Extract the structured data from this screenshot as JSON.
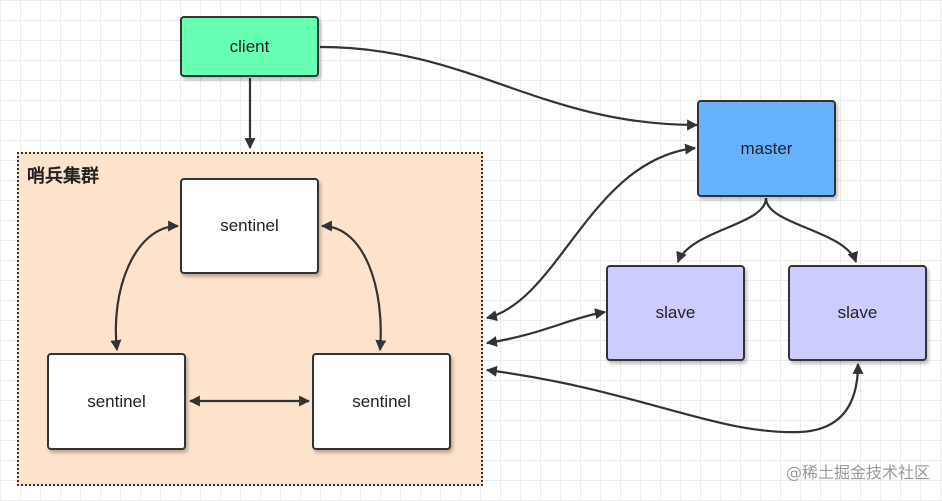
{
  "group": {
    "label": "哨兵集群"
  },
  "nodes": {
    "client": "client",
    "master": "master",
    "slave_1": "slave",
    "slave_2": "slave",
    "sentinel_top": "sentinel",
    "sentinel_left": "sentinel",
    "sentinel_right": "sentinel"
  },
  "colors": {
    "client": "#66ffb3",
    "master": "#66b2ff",
    "slave": "#ccccff",
    "sentinel": "#ffffff",
    "group_fill": "#fde3cc",
    "edge": "#333333"
  },
  "edges": [
    {
      "from": "client",
      "to": "master",
      "direction": "forward"
    },
    {
      "from": "client",
      "to": "sentinel-group",
      "direction": "forward"
    },
    {
      "from": "master",
      "to": "slave_1",
      "direction": "forward"
    },
    {
      "from": "master",
      "to": "slave_2",
      "direction": "forward"
    },
    {
      "from": "sentinel-group",
      "to": "master",
      "direction": "both"
    },
    {
      "from": "sentinel-group",
      "to": "slave_1",
      "direction": "both"
    },
    {
      "from": "sentinel-group",
      "to": "slave_2",
      "direction": "both"
    },
    {
      "from": "sentinel_top",
      "to": "sentinel_left",
      "direction": "both"
    },
    {
      "from": "sentinel_top",
      "to": "sentinel_right",
      "direction": "both"
    },
    {
      "from": "sentinel_left",
      "to": "sentinel_right",
      "direction": "both"
    }
  ],
  "watermark": "@稀土掘金技术社区"
}
